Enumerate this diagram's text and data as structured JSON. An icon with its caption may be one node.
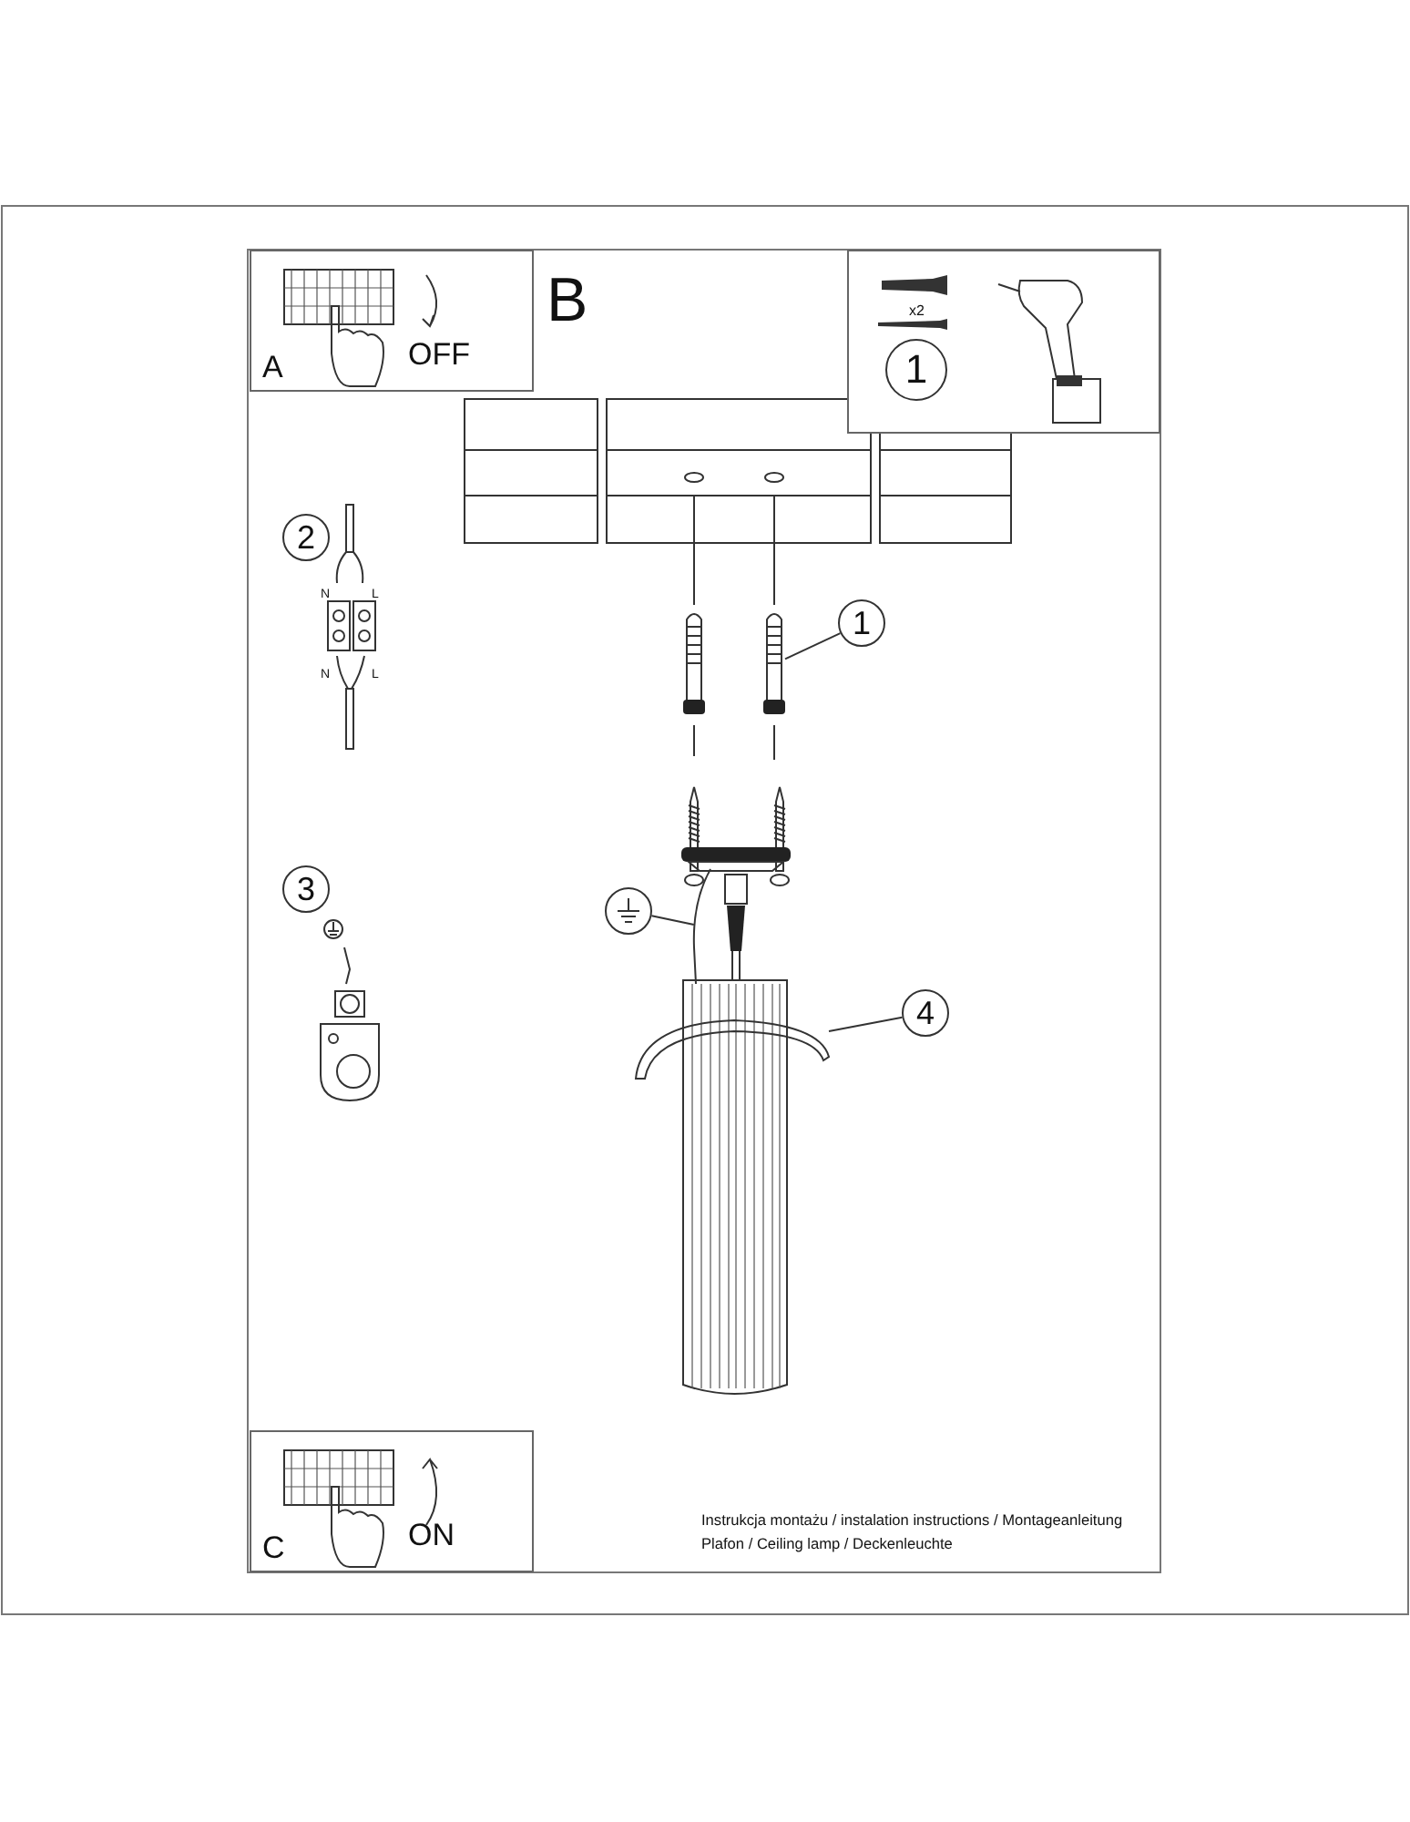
{
  "diagram": {
    "nodes": [
      {
        "text": [
          "A",
          "OFF"
        ]
      },
      {
        "text": [
          "x2",
          "1"
        ]
      },
      {
        "text": [
          "1"
        ]
      },
      {
        "text": [],
        "shape": "picture"
      },
      {
        "text": [],
        "shape": "circle"
      },
      {
        "text": [],
        "shape": "picture"
      },
      {
        "text": [
          "4"
        ]
      },
      {
        "text": [],
        "shape": "picture"
      },
      {
        "text": [
          "C",
          "ON"
        ]
      },
      {
        "text": [
          "2"
        ]
      },
      {
        "text": [
          "3"
        ]
      }
    ],
    "edges": [
      {
        "from": 2,
        "to": 3,
        "arrow": "none"
      },
      {
        "from": 4,
        "to": 5,
        "arrow": "none"
      },
      {
        "from": 6,
        "to": 7,
        "arrow": "none"
      }
    ],
    "labels": [
      "B",
      "N",
      "L",
      "N",
      "L",
      "Instrukcja montażu / instalation instructions / Montageanleitung",
      "Plafon / Ceiling lamp / Deckenleuchte"
    ]
  }
}
